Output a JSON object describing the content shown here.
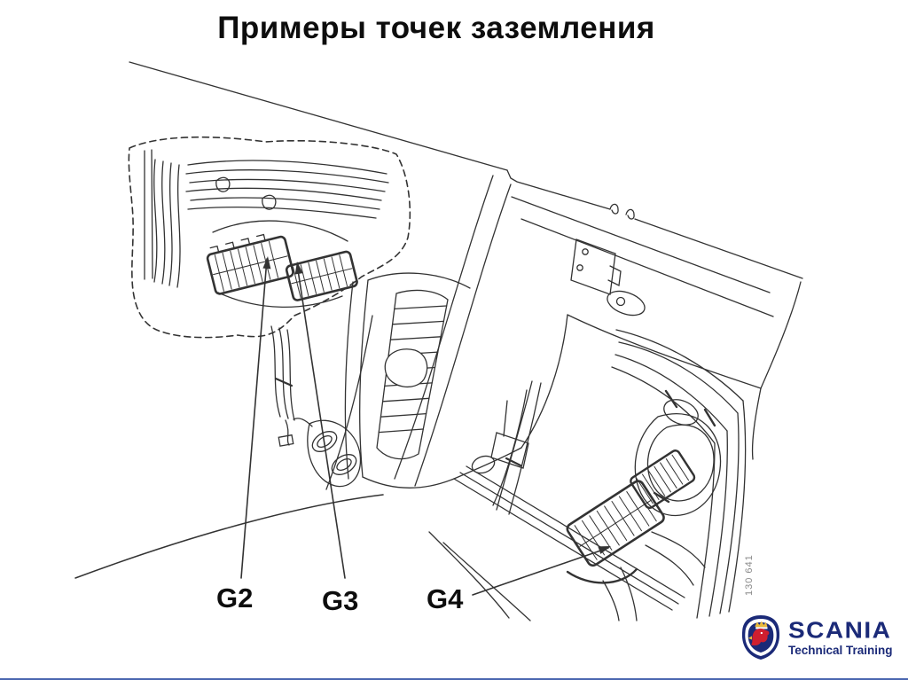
{
  "slide": {
    "title": "Примеры точек заземления",
    "figure_code": "130 641",
    "ground_labels": [
      {
        "id": "g2",
        "text": "G2"
      },
      {
        "id": "g3",
        "text": "G3"
      },
      {
        "id": "g4",
        "text": "G4"
      }
    ],
    "logo": {
      "brand": "SCANIA",
      "subtitle": "Technical Training"
    },
    "colors": {
      "background": "#ffffff",
      "line_art": "#333333",
      "title_text": "#0d0d0d",
      "figure_code_text": "#8a8a8a",
      "brand_blue": "#1b2a78",
      "griffin_red": "#cf1f2f",
      "crown_gold": "#e8b83a",
      "footer_rule": "#4a66b0"
    }
  }
}
